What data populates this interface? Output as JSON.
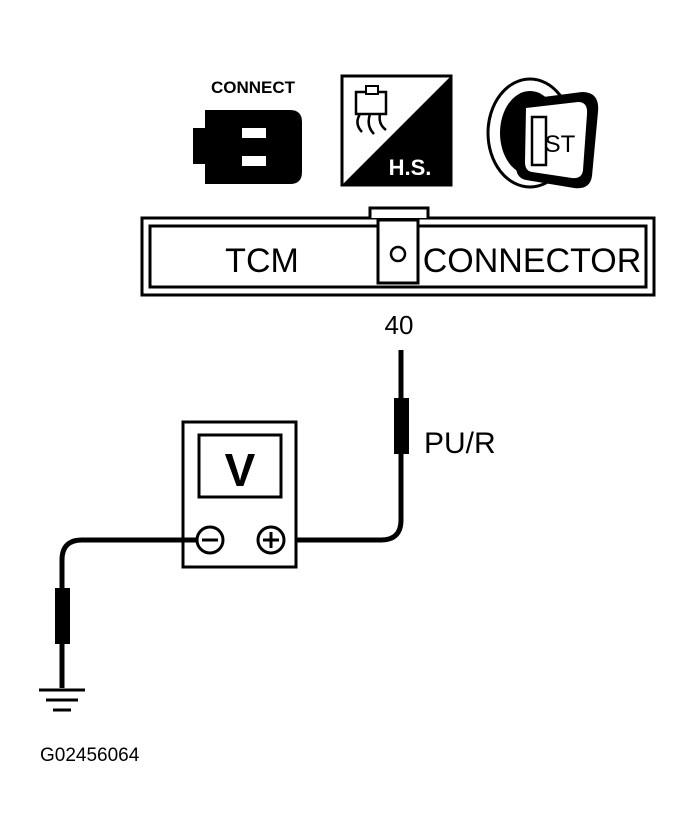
{
  "icons": {
    "connect_label": "CONNECT",
    "connect_icon": "connector-plug-icon",
    "hot_start_label": "H.S.",
    "hot_start_icon": "hot-start-icon",
    "ignition_label": "ST",
    "ignition_icon": "ignition-key-start-icon"
  },
  "connector": {
    "left_label": "TCM",
    "right_label": "CONNECTOR",
    "terminal_number": "40"
  },
  "wire": {
    "color_code": "PU/R"
  },
  "meter": {
    "display": "V",
    "negative_icon": "minus-terminal-icon",
    "positive_icon": "plus-terminal-icon"
  },
  "ground": {
    "icon": "ground-symbol-icon"
  },
  "figure_id": "G02456064"
}
